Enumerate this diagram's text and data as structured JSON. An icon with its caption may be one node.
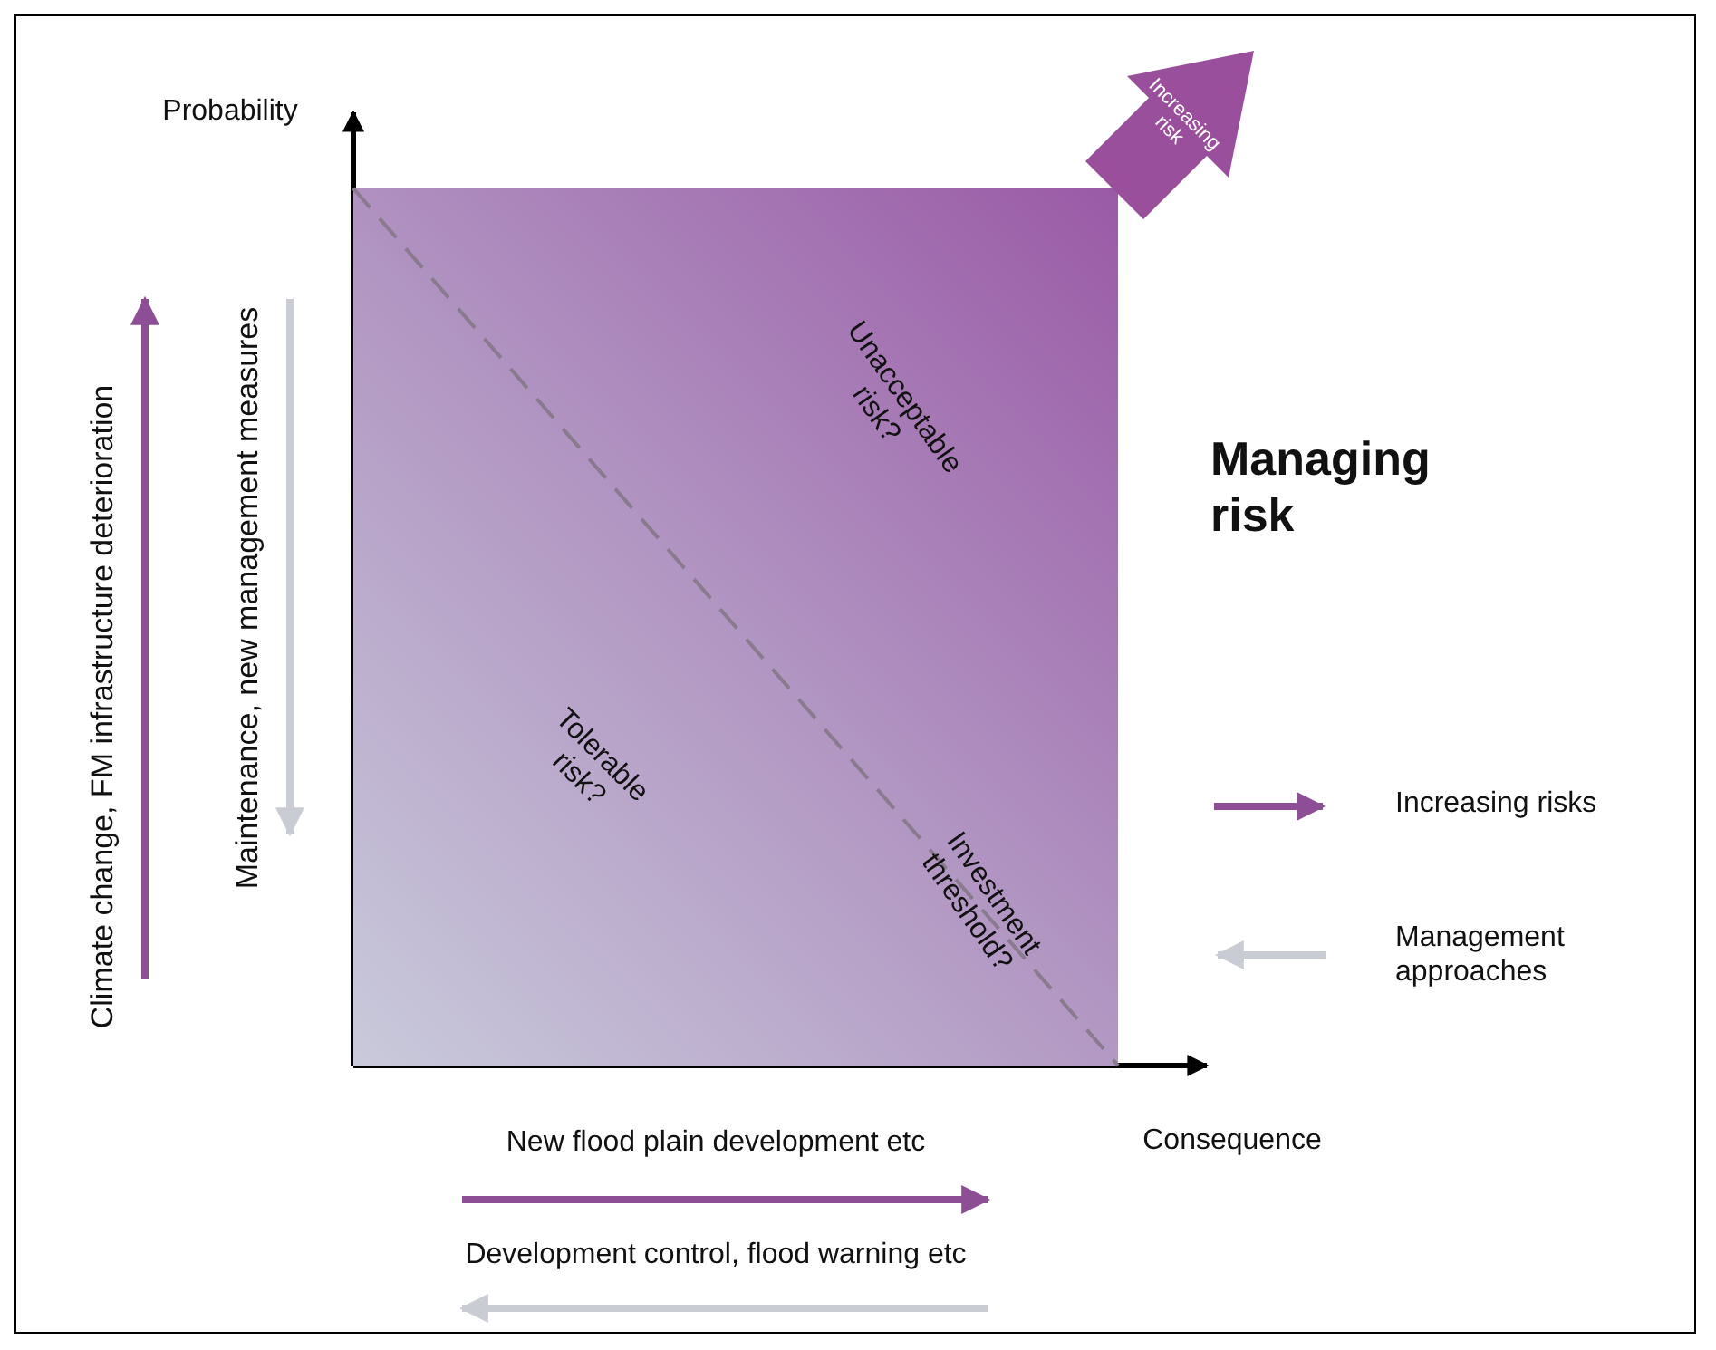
{
  "diagram": {
    "title": "Managing risk",
    "nodes": [
      {
        "text": [
          "Unacceptable risk?",
          "Tolerable risk?",
          "Investment threshold?"
        ]
      },
      {
        "text": [
          "Increasing risk"
        ]
      }
    ],
    "labels": [
      "Probability",
      "Climate change, FM infrastructure deterioration",
      "Maintenance, new management measures",
      "Consequence",
      "New flood plain development etc",
      "Development control, flood warning etc"
    ],
    "legend": [
      {
        "text": "Increasing risks"
      },
      {
        "text": "Management approaches"
      }
    ]
  }
}
